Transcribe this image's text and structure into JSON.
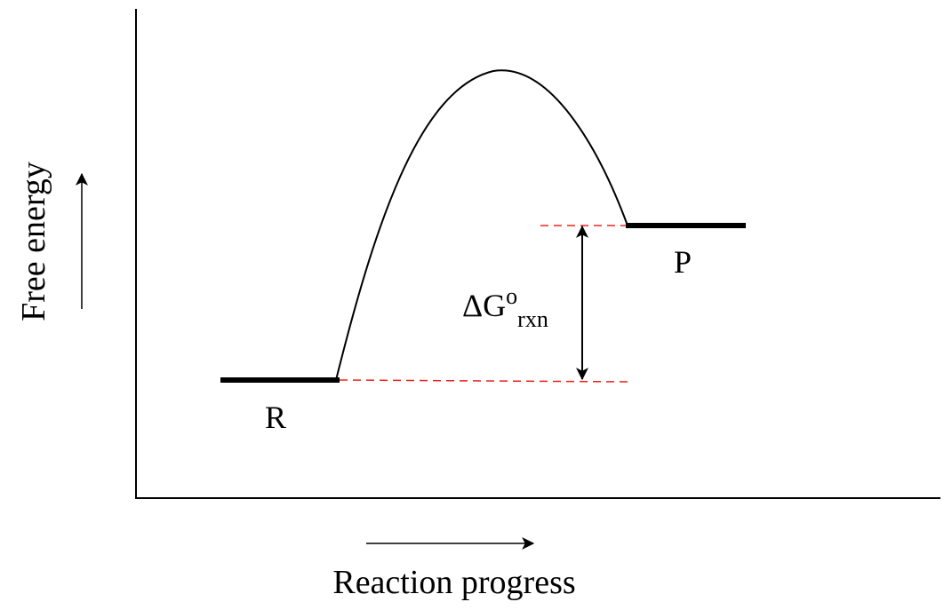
{
  "labels": {
    "x_axis": "Reaction progress",
    "y_axis": "Free energy",
    "reactant": "R",
    "product": "P",
    "delta_g": {
      "main": "ΔG",
      "superscript": "o",
      "subscript": "rxn"
    }
  },
  "colors": {
    "line": "#000000",
    "guide": "#e8231e",
    "background": "#ffffff"
  }
}
